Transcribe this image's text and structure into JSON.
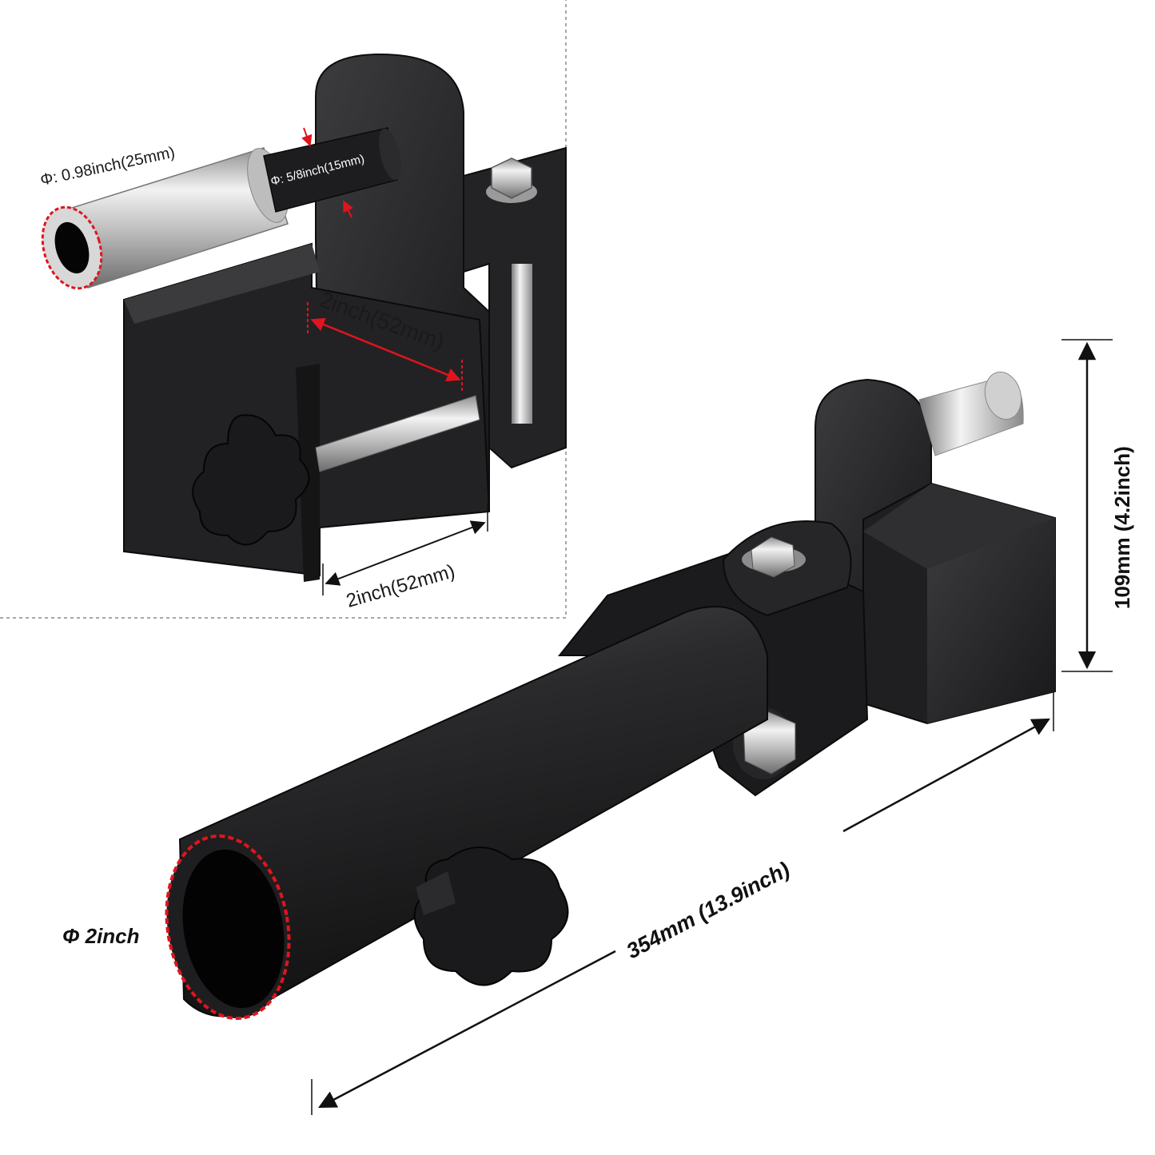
{
  "inset": {
    "sleeve_outer_diameter": "Φ: 0.98inch(25mm)",
    "pin_diameter": "Φ: 5/8inch(15mm)",
    "clamp_depth": "2inch(52mm)",
    "clamp_width": "2inch(52mm)"
  },
  "main": {
    "tube_diameter": "Φ 2inch",
    "overall_length": "354mm (13.9inch)",
    "overall_height": "109mm (4.2inch)"
  },
  "colors": {
    "metal": "#1c1c1e",
    "metal_light": "#3a3a3d",
    "steel": "#c9c9c9",
    "accent_red": "#e0141e",
    "dashed_border": "#8a8a8a"
  }
}
